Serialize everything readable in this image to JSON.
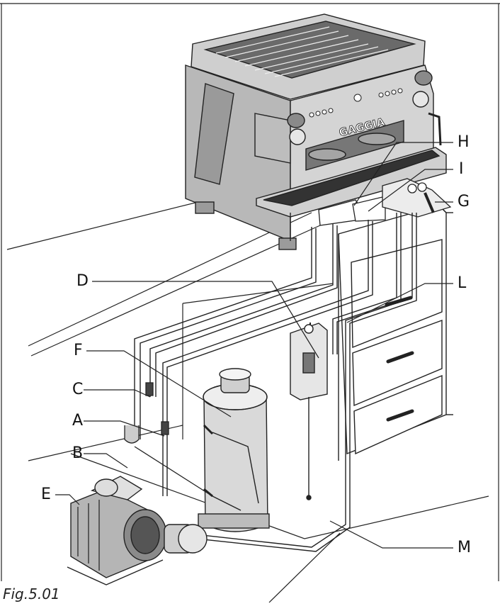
{
  "brand": "GAGGIA",
  "caption": "Fig.5.01",
  "labels": {
    "A": "A",
    "B": "B",
    "C": "C",
    "D": "D",
    "E": "E",
    "F": "F",
    "G": "G",
    "H": "H",
    "I": "I",
    "L": "L",
    "M": "M"
  }
}
